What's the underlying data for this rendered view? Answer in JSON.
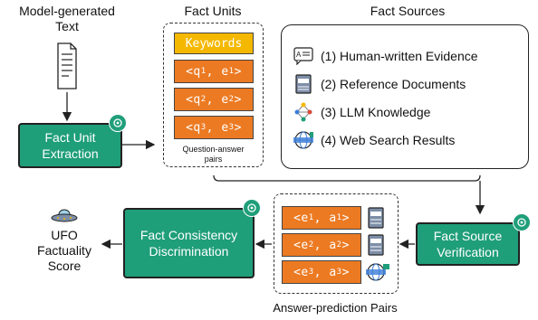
{
  "labels": {
    "model_text": "Model-generated\nText",
    "fact_units": "Fact Units",
    "fact_sources": "Fact Sources",
    "qa_pairs": "Question-answer\npairs",
    "answer_pred": "Answer-prediction Pairs",
    "ufo_score": "UFO\nFactuality\nScore"
  },
  "boxes": {
    "extraction": "Fact Unit\nExtraction",
    "verification": "Fact Source\nVerification",
    "discrimination": "Fact Consistency\nDiscrimination"
  },
  "fact_units": {
    "keywords": "Keywords",
    "pairs": [
      {
        "a": "q",
        "ai": "1",
        "b": "e",
        "bi": "1"
      },
      {
        "a": "q",
        "ai": "2",
        "b": "e",
        "bi": "2"
      },
      {
        "a": "q",
        "ai": "3",
        "b": "e",
        "bi": "3"
      }
    ]
  },
  "sources": [
    {
      "label": "(1)  Human-written Evidence",
      "icon": "evidence-icon"
    },
    {
      "label": "(2)  Reference Documents",
      "icon": "document-icon"
    },
    {
      "label": "(3)  LLM Knowledge",
      "icon": "network-icon"
    },
    {
      "label": "(4)  Web Search Results",
      "icon": "web-icon"
    }
  ],
  "answer_pairs": [
    {
      "a": "e",
      "ai": "1",
      "b": "a",
      "bi": "1",
      "icon": "document-icon"
    },
    {
      "a": "e",
      "ai": "2",
      "b": "a",
      "bi": "2",
      "icon": "document-icon"
    },
    {
      "a": "e",
      "ai": "3",
      "b": "a",
      "bi": "3",
      "icon": "web-icon"
    }
  ],
  "colors": {
    "green": "#1f9e7a",
    "orange": "#ec7a22",
    "yellow": "#f5b800"
  }
}
